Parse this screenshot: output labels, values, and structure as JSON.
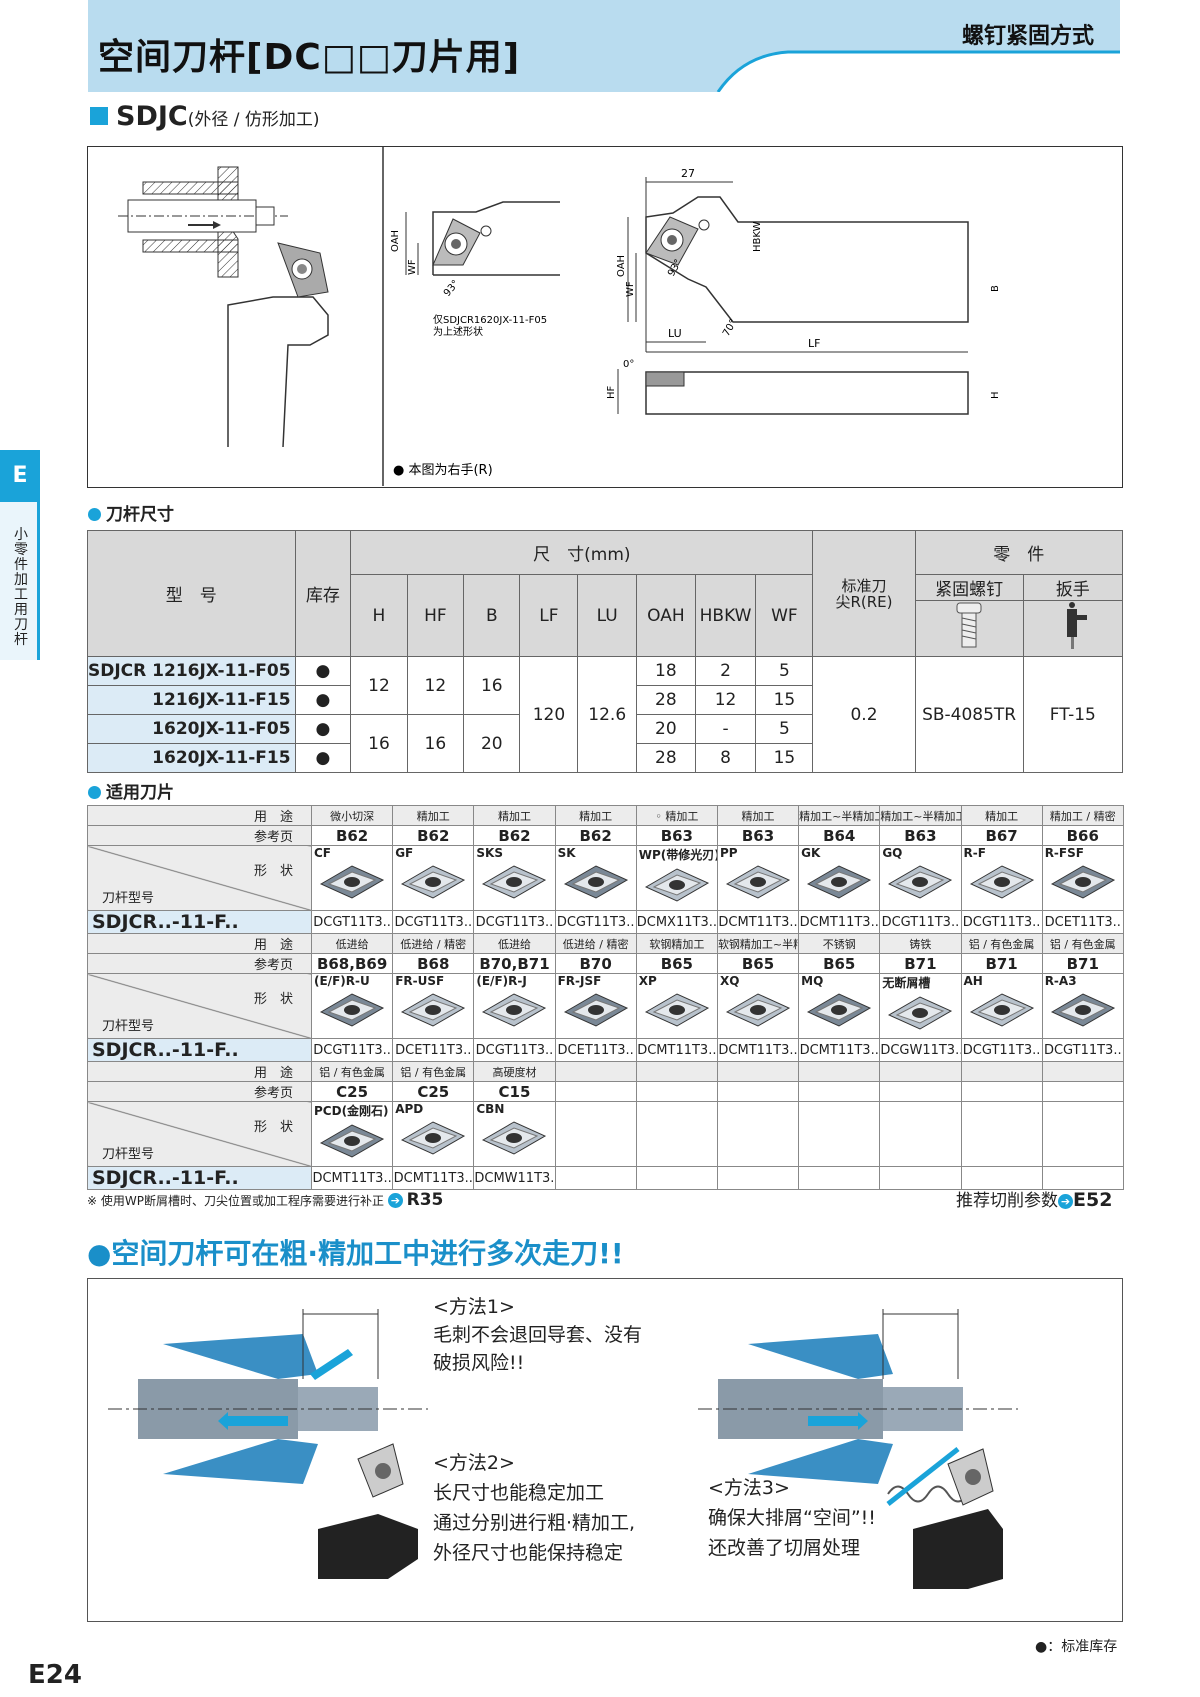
{
  "header": {
    "title": "空间刀杆[DC□□刀片用]",
    "method": "螺钉紧固方式"
  },
  "section": {
    "code": "SDJC",
    "desc": "(外径 / 仿形加工)"
  },
  "side_tab": {
    "letter": "E",
    "label": "小零件加工用刀杆"
  },
  "drawing": {
    "dims": {
      "d27": "27",
      "oah": "OAH",
      "wf": "WF",
      "hbkw": "HBKW",
      "b": "B",
      "lu": "LU",
      "lf": "LF",
      "hf": "HF",
      "h": "H",
      "a93": "93°",
      "a93b": "93°",
      "a70": "70°",
      "a0": "0°"
    },
    "note_model": "仅SDJCR1620JX-11-F05",
    "note_shape": "为上述形状",
    "right_hand_note": "● 本图为右手(R)"
  },
  "holder_table": {
    "heading": "刀杆尺寸",
    "col_model": "型　号",
    "col_stock": "库存",
    "col_dim": "尺　寸(mm)",
    "dims": [
      "H",
      "HF",
      "B",
      "LF",
      "LU",
      "OAH",
      "HBKW",
      "WF"
    ],
    "col_re": "标准刀尖R(RE)",
    "col_parts": "零　件",
    "col_screw": "紧固螺钉",
    "col_wrench": "扳手",
    "prefix": "SDJCR",
    "rows": [
      {
        "model": "1216JX-11-F05",
        "stock": "●",
        "oah": "18",
        "hbkw": "2",
        "wf": "5"
      },
      {
        "model": "1216JX-11-F15",
        "stock": "●",
        "oah": "28",
        "hbkw": "12",
        "wf": "15"
      },
      {
        "model": "1620JX-11-F05",
        "stock": "●",
        "oah": "20",
        "hbkw": "-",
        "wf": "5"
      },
      {
        "model": "1620JX-11-F15",
        "stock": "●",
        "oah": "28",
        "hbkw": "8",
        "wf": "15"
      }
    ],
    "group1": {
      "h": "12",
      "hf": "12",
      "b": "16"
    },
    "group2": {
      "h": "16",
      "hf": "16",
      "b": "20"
    },
    "lf": "120",
    "lu": "12.6",
    "re": "0.2",
    "screw": "SB-4085TR",
    "wrench": "FT-15"
  },
  "insert_table": {
    "heading": "适用刀片",
    "lbl_use": "用　途",
    "lbl_ref": "参考页",
    "lbl_shape": "形　状",
    "lbl_holder": "刀杆型号",
    "holder_model": "SDJCR..-11-F..",
    "block1": {
      "use": [
        "微小切深",
        "精加工",
        "精加工",
        "精加工",
        "◦ 精加工",
        "精加工",
        "精加工~半精加工",
        "精加工~半精加工",
        "精加工",
        "精加工 / 精密"
      ],
      "ref": [
        "B62",
        "B62",
        "B62",
        "B62",
        "B63",
        "B63",
        "B64",
        "B63",
        "B67",
        "B66"
      ],
      "shape": [
        "CF",
        "GF",
        "SKS",
        "SK",
        "WP(带修光刃)",
        "PP",
        "GK",
        "GQ",
        "R-F",
        "R-FSF"
      ],
      "code": [
        "DCGT11T3..",
        "DCGT11T3..",
        "DCGT11T3..",
        "DCGT11T3..",
        "DCMX11T3..",
        "DCMT11T3..",
        "DCMT11T3..",
        "DCGT11T3..",
        "DCGT11T3..",
        "DCET11T3.."
      ]
    },
    "block2": {
      "use": [
        "低进给",
        "低进给 / 精密",
        "低进给",
        "低进给 / 精密",
        "软钢精加工",
        "软钢精加工~半精加工",
        "不锈钢",
        "铸铁",
        "铝 / 有色金属",
        "铝 / 有色金属"
      ],
      "ref": [
        "B68,B69",
        "B68",
        "B70,B71",
        "B70",
        "B65",
        "B65",
        "B65",
        "B71",
        "B71",
        "B71"
      ],
      "shape": [
        "(E/F)R-U",
        "FR-USF",
        "(E/F)R-J",
        "FR-JSF",
        "XP",
        "XQ",
        "MQ",
        "无断屑槽",
        "AH",
        "R-A3"
      ],
      "code": [
        "DCGT11T3..",
        "DCET11T3..",
        "DCGT11T3..",
        "DCET11T3..",
        "DCMT11T3..",
        "DCMT11T3..",
        "DCMT11T3..",
        "DCGW11T3..",
        "DCGT11T3..",
        "DCGT11T3.."
      ]
    },
    "block3": {
      "use": [
        "铝 / 有色金属",
        "铝 / 有色金属",
        "高硬度材"
      ],
      "ref": [
        "C25",
        "C25",
        "C15"
      ],
      "shape": [
        "PCD(金刚石)",
        "APD",
        "CBN"
      ],
      "code": [
        "DCMT11T3..",
        "DCMT11T3..",
        "DCMW11T3.."
      ]
    }
  },
  "notes": {
    "wp_note": "※ 使用WP断屑槽时、刀尖位置或加工程序需要进行补正",
    "wp_ref": "R35",
    "rec_label": "推荐切削参数",
    "rec_ref": "E52"
  },
  "banner": "●空间刀杆可在粗·精加工中进行多次走刀!!",
  "methods": {
    "m1_title": "<方法1>",
    "m1_l1": "毛刺不会退回导套、没有",
    "m1_l2": "破损风险!!",
    "m2_title": "<方法2>",
    "m2_l1": "长尺寸也能稳定加工",
    "m2_l2": "通过分别进行粗·精加工,",
    "m2_l3": "外径尺寸也能保持稳定",
    "m3_title": "<方法3>",
    "m3_l1": "确保大排屑“空间”!!",
    "m3_l2": "还改善了切屑处理"
  },
  "footer": {
    "std_stock": "●：标准库存",
    "page": "E24"
  },
  "colors": {
    "accent": "#1aa3d9",
    "header_bg": "#b9dcef",
    "model_bg": "#dcebf6",
    "grey": "#d9d9d9"
  }
}
